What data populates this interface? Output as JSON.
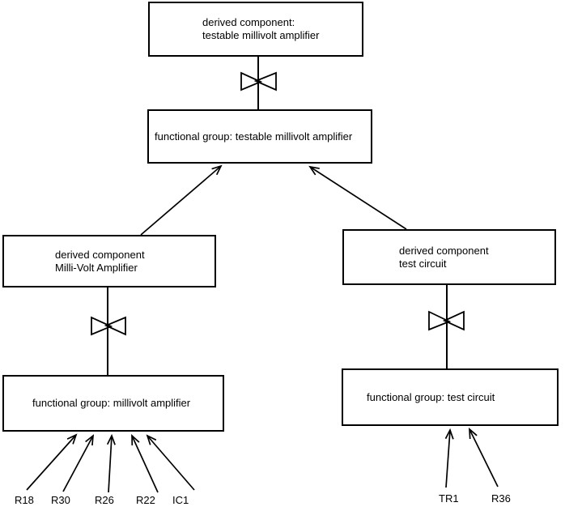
{
  "diagram": {
    "colors": {
      "background": "#ffffff",
      "line": "#000000",
      "text": "#000000"
    },
    "boxes": {
      "dc_testable": {
        "line1": "derived component:",
        "line2": "testable millivolt amplifier"
      },
      "fg_testable": {
        "label": "functional group: testable millivolt amplifier"
      },
      "dc_mva": {
        "line1": "derived component",
        "line2": "Milli-Volt Amplifier"
      },
      "dc_tc": {
        "line1": "derived component",
        "line2": "test circuit"
      },
      "fg_mva": {
        "label": "functional group: millivolt amplifier"
      },
      "fg_tc": {
        "label": "functional group: test circuit"
      }
    },
    "components": {
      "r18": "R18",
      "r30": "R30",
      "r26": "R26",
      "r22": "R22",
      "ic1": "IC1",
      "tr1": "TR1",
      "r36": "R36"
    }
  }
}
